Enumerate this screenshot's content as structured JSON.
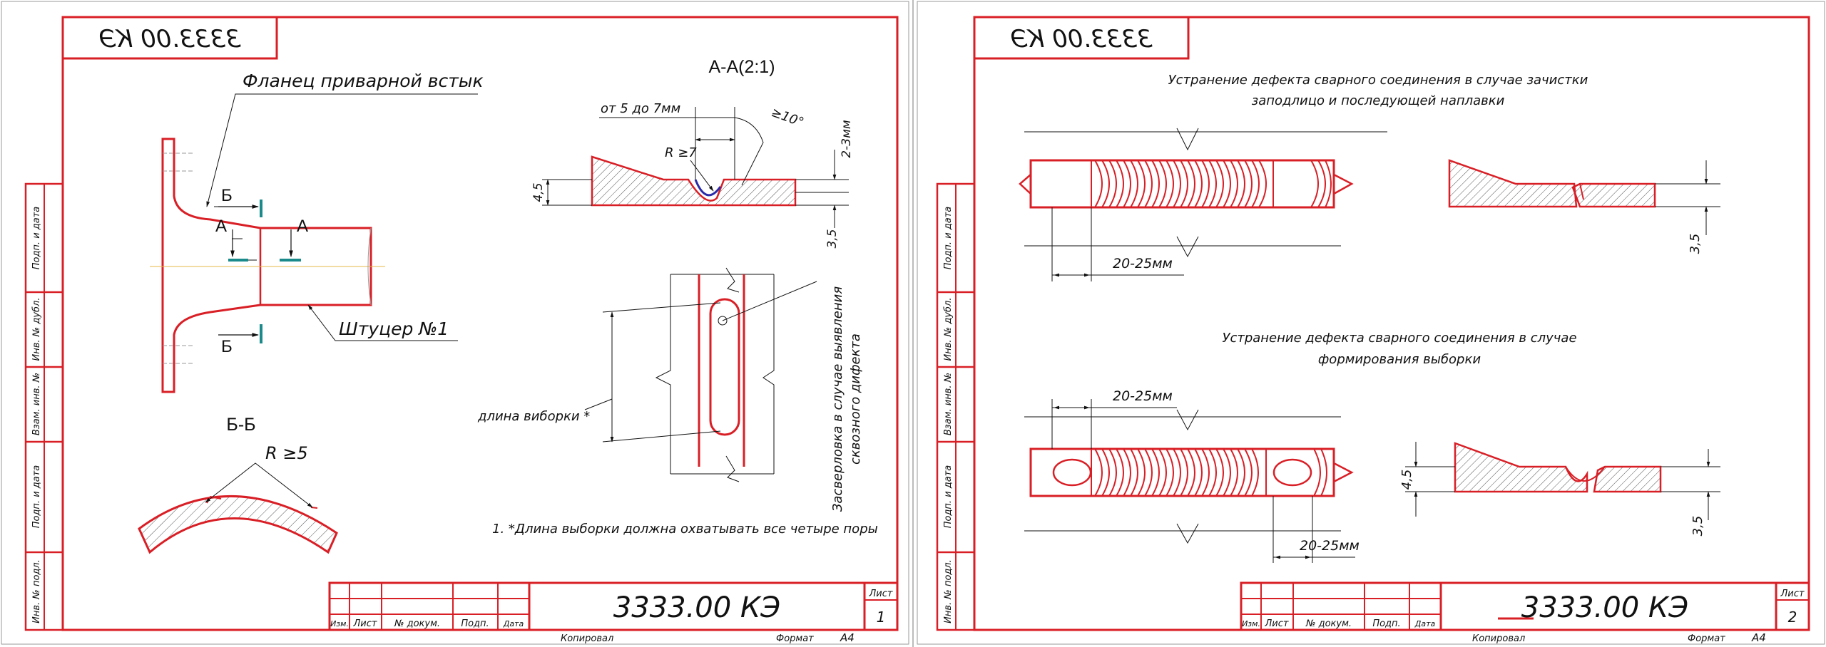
{
  "colors": {
    "frame": "#d91f26",
    "hatch": "#555555",
    "teal": "#1a8a8a",
    "blue": "#2a2aaa",
    "axis": "#e6b84a",
    "text": "#111111",
    "divider": "#bbbbbb"
  },
  "sheet1": {
    "stamp_mirrored": "3333.00 КЭ",
    "flange_label": "Фланец приварной встык",
    "fitting_label": "Штуцер №1",
    "section_b": "Б",
    "section_a": "А",
    "view_bb": "Б-Б",
    "radius_bb": "R ≥5",
    "view_aa": "А-А(2:1)",
    "dim_5_7": "от 5 до 7мм",
    "dim_angle": "≥10°",
    "dim_r7": "R ≥7",
    "dim_2_3": "2-3мм",
    "dim_45": "4,5",
    "dim_35": "3,5",
    "cut_length": "длина виборки *",
    "drill_note_1": "Засверловка в случае выявления",
    "drill_note_2": "сквозного дифекта",
    "footnote": "1.  *Длина выборки должна охватывать все четыре поры",
    "title_code": "3333.00 КЭ",
    "sheet_label": "Лист",
    "sheet_number": "1"
  },
  "sheet2": {
    "stamp_mirrored": "3333.00 КЭ",
    "caption1_line1": "Устранение дефекта сварного соединения в случае зачистки",
    "caption1_line2": "заподлицо и последующей наплавки",
    "dim_20_25_a": "20-25мм",
    "dim_35_a": "3,5",
    "caption2_line1": "Устранение дефекта сварного соединения в случае",
    "caption2_line2": "формирования выборки",
    "dim_20_25_b": "20-25мм",
    "dim_20_25_c": "20-25мм",
    "dim_45": "4,5",
    "dim_35_b": "3,5",
    "title_code": "3333.00 КЭ",
    "sheet_label": "Лист",
    "sheet_number": "2"
  },
  "side_columns": [
    "Подп. и дата",
    "Инв. № дубл.",
    "Взам. инв. №",
    "Подп. и дата",
    "Инв. № подл."
  ],
  "title_block_columns": [
    "Изм.",
    "Лист",
    "№ докум.",
    "Подп.",
    "Дата"
  ],
  "bottom": {
    "copied": "Копировал",
    "format": "Формат",
    "format_value": "А4"
  }
}
